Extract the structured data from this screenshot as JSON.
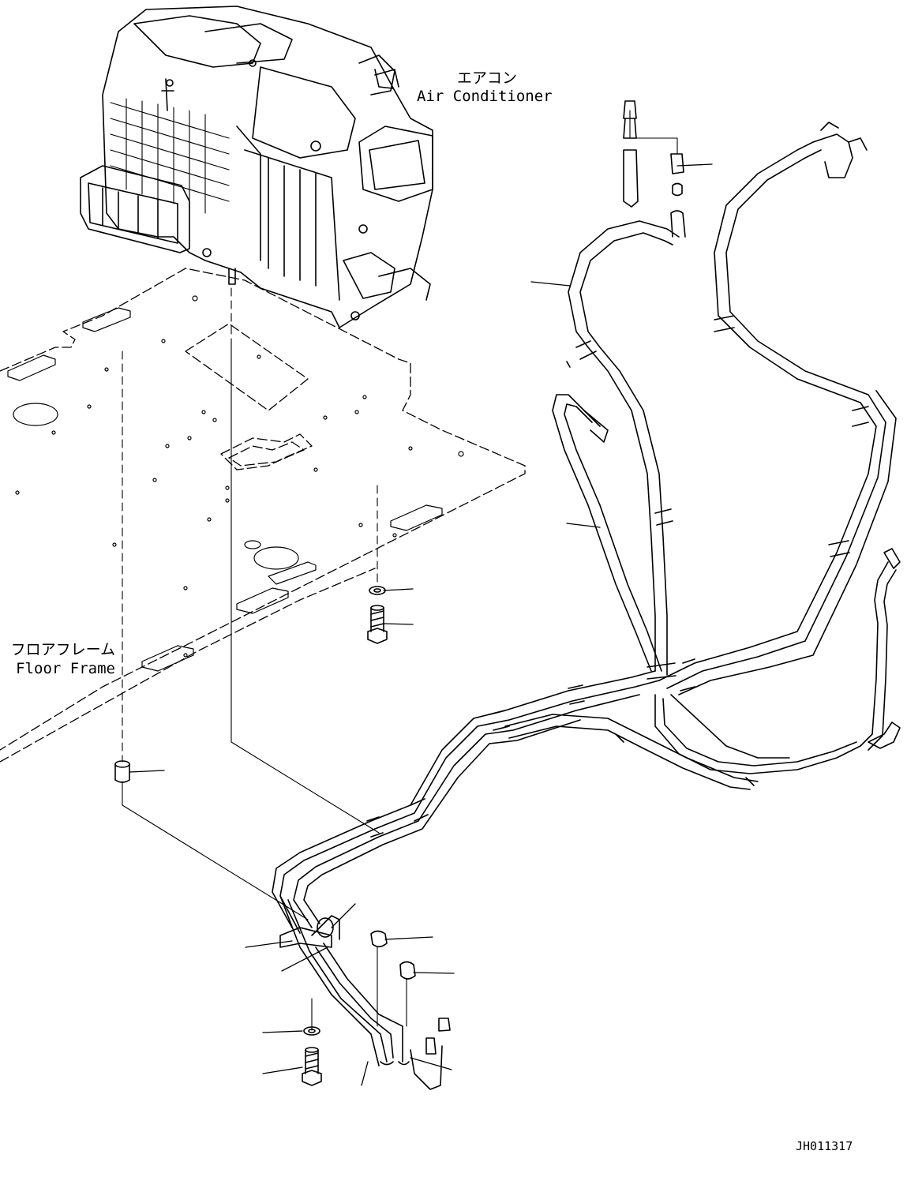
{
  "air_conditioner": {
    "jp": "エアコン",
    "en": "Air Conditioner"
  },
  "floor_frame": {
    "jp": "フロアフレーム",
    "en": "Floor Frame"
  },
  "drawing_number": "JH011317"
}
